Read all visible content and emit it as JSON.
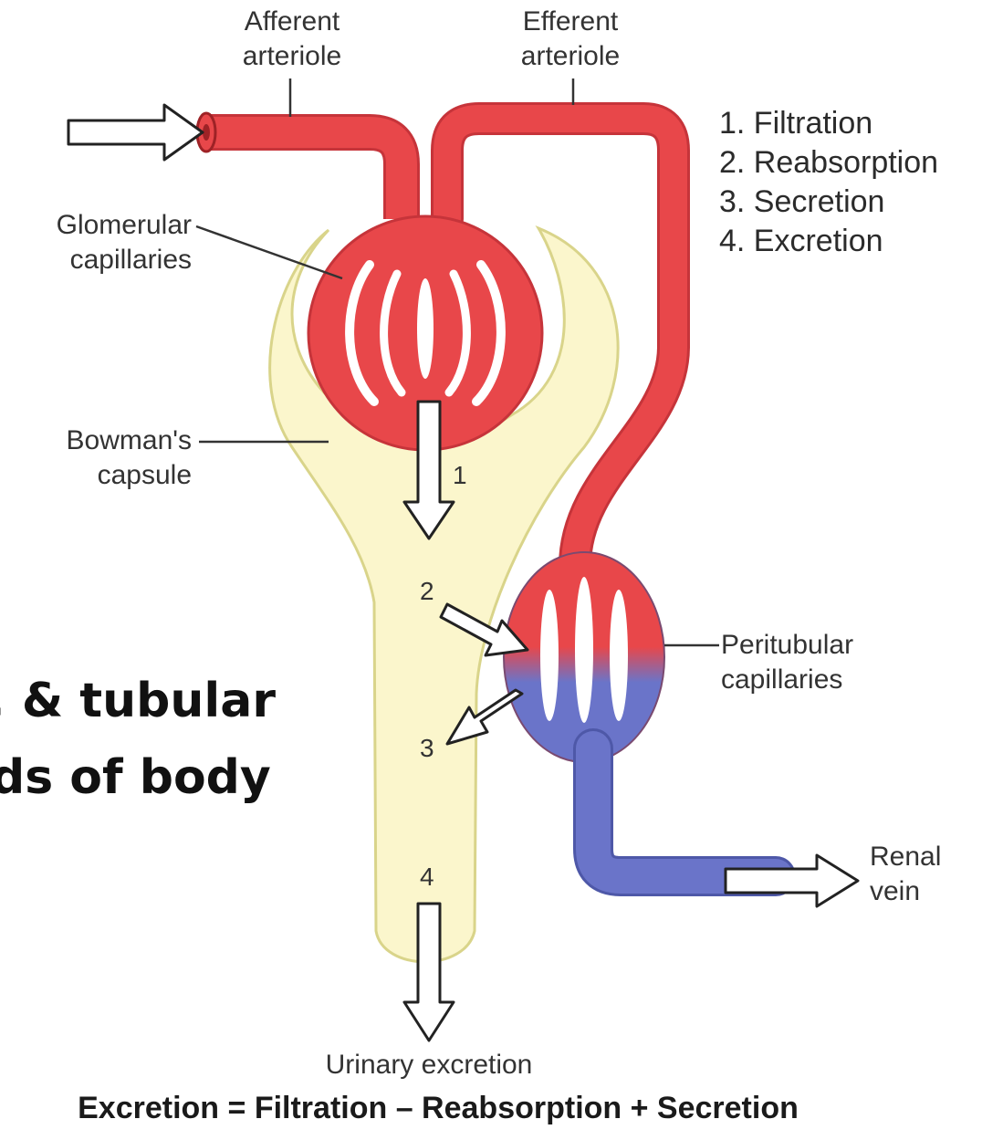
{
  "labels": {
    "afferent": [
      "Afferent",
      "arteriole"
    ],
    "efferent": [
      "Efferent",
      "arteriole"
    ],
    "glomerular": [
      "Glomerular",
      "capillaries"
    ],
    "bowmans": [
      "Bowman's",
      "capsule"
    ],
    "peritubular": [
      "Peritubular",
      "capillaries"
    ],
    "renal_vein": [
      "Renal",
      "vein"
    ],
    "urinary": "Urinary excretion"
  },
  "legend": [
    "1. Filtration",
    "2. Reabsorption",
    "3. Secretion",
    "4. Excretion"
  ],
  "step_numbers": [
    "1",
    "2",
    "3",
    "4"
  ],
  "overlay_text": [
    ", & tubular",
    "ds of body"
  ],
  "equation": "Excretion = Filtration – Reabsorption + Secretion",
  "colors": {
    "artery": "#e8474a",
    "vein": "#6a74c9",
    "tubule": "#fbf6cc",
    "tubule_outline": "#d9d48a"
  }
}
